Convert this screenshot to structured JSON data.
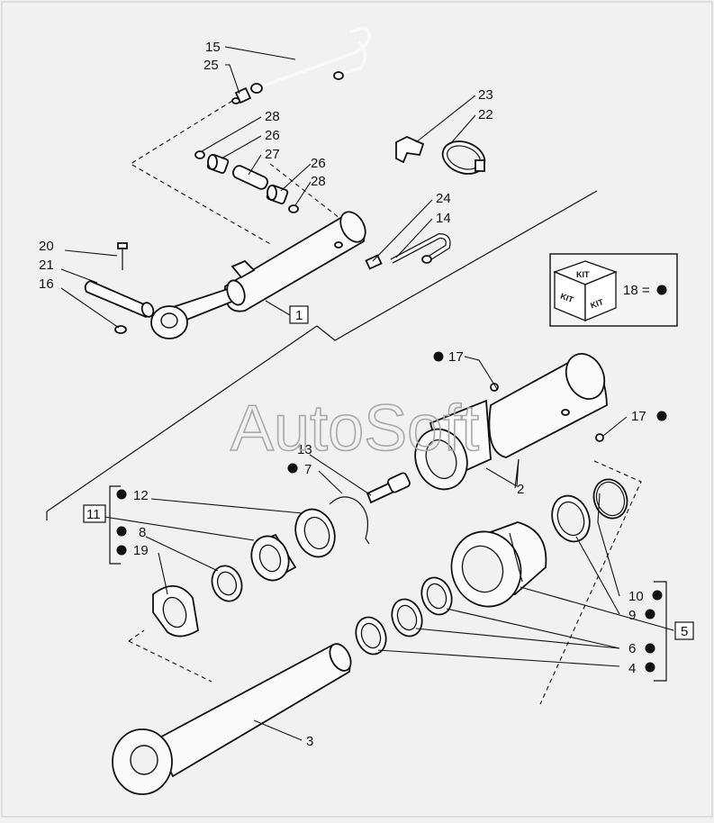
{
  "watermark": "AutoSoft",
  "labels": {
    "l15": "15",
    "l25": "25",
    "l28a": "28",
    "l26a": "26",
    "l27": "27",
    "l26b": "26",
    "l28b": "28",
    "l23": "23",
    "l22": "22",
    "l24": "24",
    "l14": "14",
    "l20": "20",
    "l21": "21",
    "l16": "16",
    "l1": "1",
    "l17a": "17",
    "l17b": "17",
    "l13": "13",
    "l7": "7",
    "l2": "2",
    "l12": "12",
    "l11": "11",
    "l8": "8",
    "l19": "19",
    "l10": "10",
    "l9": "9",
    "l5": "5",
    "l6": "6",
    "l4": "4",
    "l3": "3"
  },
  "kit_box": {
    "eq_label": "18 =",
    "kit_text": "KIT"
  },
  "icons": {
    "bullet": "filled-circle",
    "kit": "kit-cube-icon"
  }
}
